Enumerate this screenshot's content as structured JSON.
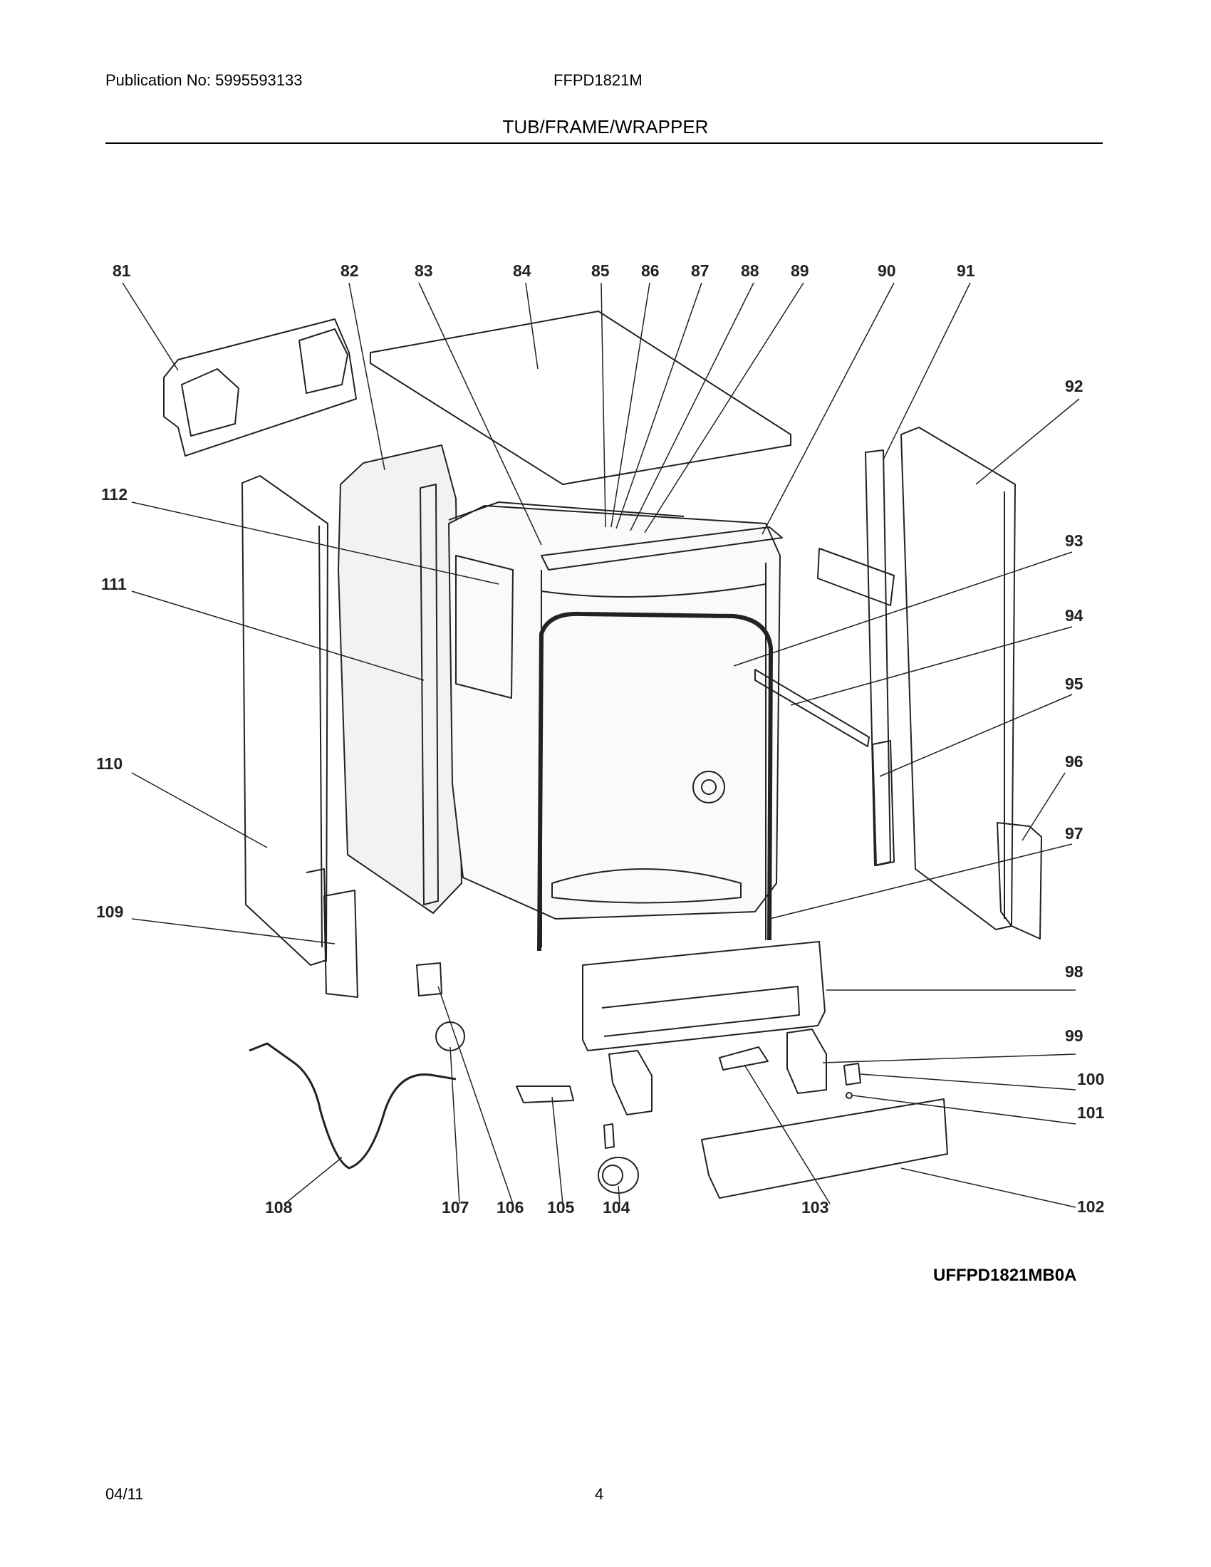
{
  "header": {
    "publication": "Publication No: 5995593133",
    "model": "FFPD1821M",
    "title": "TUB/FRAME/WRAPPER"
  },
  "diagram": {
    "code": "UFFPD1821MB0A",
    "callouts": [
      "81",
      "82",
      "83",
      "84",
      "85",
      "86",
      "87",
      "88",
      "89",
      "90",
      "91",
      "92",
      "93",
      "94",
      "95",
      "96",
      "97",
      "98",
      "99",
      "100",
      "101",
      "102",
      "103",
      "104",
      "105",
      "106",
      "107",
      "108",
      "109",
      "110",
      "111",
      "112"
    ]
  },
  "footer": {
    "date": "04/11",
    "page": "4"
  }
}
